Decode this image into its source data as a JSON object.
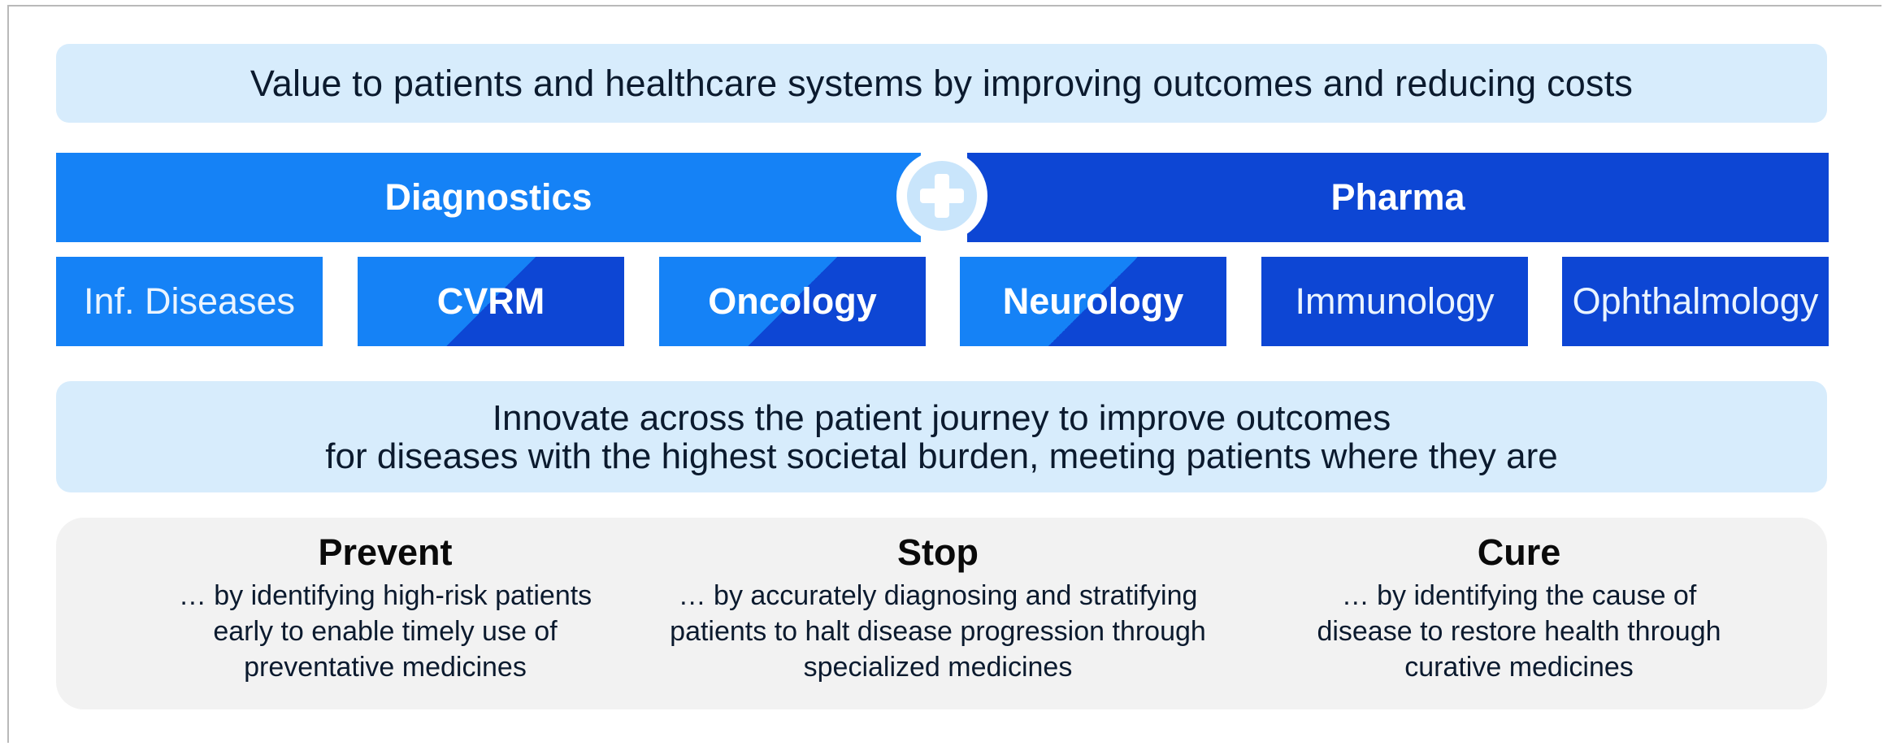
{
  "top_banner": "Value to patients and healthcare systems by improving outcomes and reducing costs",
  "divisions": {
    "left": "Diagnostics",
    "right": "Pharma",
    "connector_icon": "plus-circle-icon"
  },
  "therapeutic_areas": [
    {
      "label": "Inf. Diseases",
      "style": "diagnostics"
    },
    {
      "label": "CVRM",
      "style": "both"
    },
    {
      "label": "Oncology",
      "style": "both"
    },
    {
      "label": "Neurology",
      "style": "both"
    },
    {
      "label": "Immunology",
      "style": "pharma"
    },
    {
      "label": "Ophthalmology",
      "style": "pharma"
    }
  ],
  "mid_banner": {
    "line1": "Innovate across the patient journey to improve outcomes",
    "line2": "for diseases with the highest societal burden, meeting patients where they are"
  },
  "pillars": [
    {
      "title": "Prevent",
      "lines": [
        "… by identifying high-risk patients",
        "early to enable timely use of",
        "preventative medicines"
      ]
    },
    {
      "title": "Stop",
      "lines": [
        "… by accurately diagnosing and stratifying",
        "patients to halt disease progression through",
        "specialized medicines"
      ]
    },
    {
      "title": "Cure",
      "lines": [
        "… by identifying the cause of",
        "disease to restore health through",
        "curative medicines"
      ]
    }
  ],
  "colors": {
    "diagnostics_blue": "#1582f6",
    "pharma_blue": "#0d46d4",
    "banner_light_blue": "#d7ecfc",
    "panel_grey": "#f2f2f2"
  }
}
